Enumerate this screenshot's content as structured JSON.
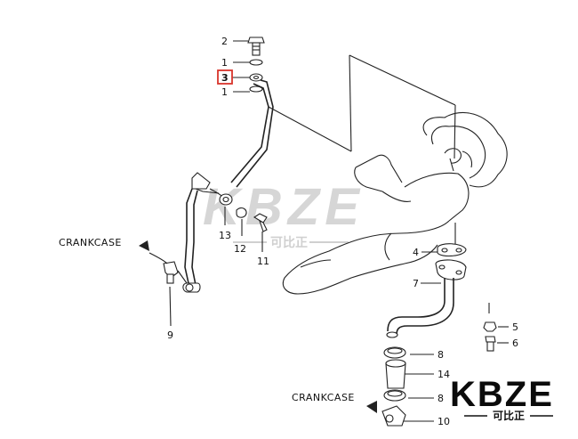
{
  "labels": {
    "p1a": "1",
    "p2": "2",
    "p3": "3",
    "p1b": "1",
    "p13": "13",
    "p12": "12",
    "p11": "11",
    "p9": "9",
    "p4": "4",
    "p7": "7",
    "p5": "5",
    "p6": "6",
    "p8a": "8",
    "p14": "14",
    "p8b": "8",
    "p10": "10"
  },
  "crankcase_top": "CRANKCASE",
  "crankcase_bottom": "CRANKCASE",
  "watermark": {
    "brand": "KBZE",
    "sub": "可比正"
  },
  "logo": {
    "brand": "KBZE",
    "sub": "可比正"
  },
  "colors": {
    "highlight_box": "#d9342b",
    "line": "#222222",
    "watermark": "#d6d6d6"
  }
}
